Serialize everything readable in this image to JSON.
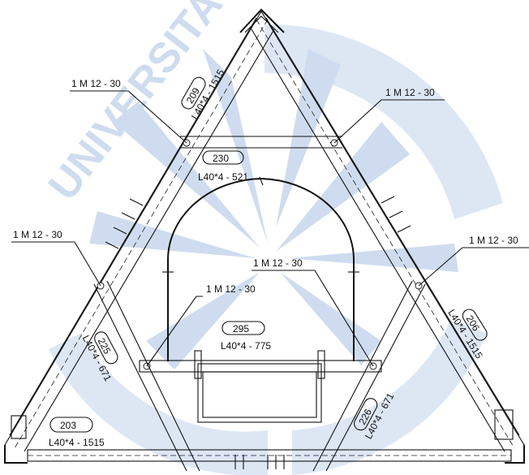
{
  "watermark": {
    "text": "UNIVERSITAS ATMA JAYA YOGYAKARTA",
    "color": "#cfdcef"
  },
  "parts": [
    {
      "id": "part-209",
      "mark": "209",
      "profile": "L40*4 - 1515"
    },
    {
      "id": "part-230",
      "mark": "230",
      "profile": "L40*4 - 521"
    },
    {
      "id": "part-225",
      "mark": "225",
      "profile": "L40*4 - 671"
    },
    {
      "id": "part-206",
      "mark": "206",
      "profile": "L40*4 - 1515"
    },
    {
      "id": "part-295",
      "mark": "295",
      "profile": "L40*4 - 775"
    },
    {
      "id": "part-226",
      "mark": "226",
      "profile": "L40*4 - 671"
    },
    {
      "id": "part-203",
      "mark": "203",
      "profile": "L40*4 - 1515"
    }
  ],
  "bolt_callouts": [
    "1 M 12 - 30",
    "1 M 12 - 30",
    "1 M 12 - 30",
    "1 M 12 - 30",
    "1 M 12 - 30",
    "1 M 12 - 30"
  ]
}
